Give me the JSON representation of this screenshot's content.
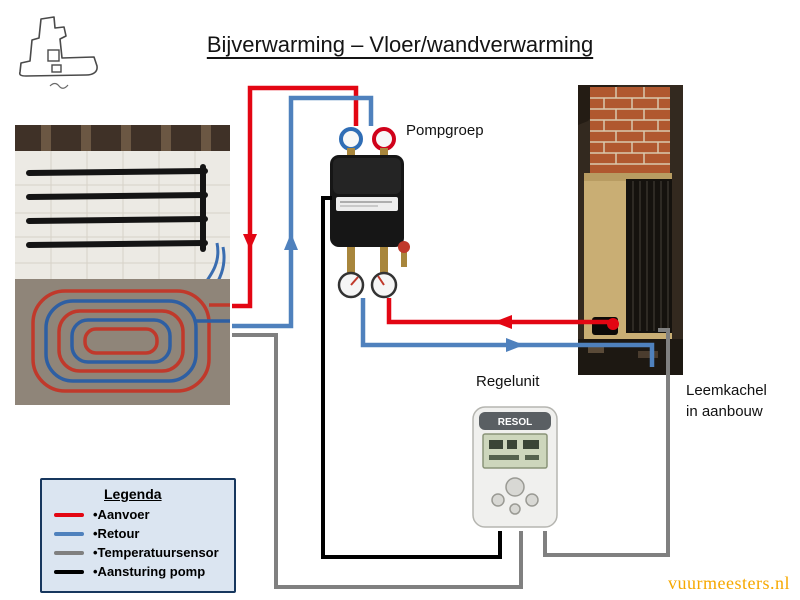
{
  "title": "Bijverwarming – Vloer/wandverwarming",
  "labels": {
    "pompgroep": "Pompgroep",
    "regelunit": "Regelunit",
    "leemkachel_line1": "Leemkachel",
    "leemkachel_line2": "in aanbouw"
  },
  "legend": {
    "title": "Legenda",
    "items": [
      {
        "name": "aanvoer",
        "label": "•Aanvoer",
        "color": "#e30613"
      },
      {
        "name": "retour",
        "label": "•Retour",
        "color": "#4f81bd"
      },
      {
        "name": "temperatuursensor",
        "label": "•Temperatuursensor",
        "color": "#808080"
      },
      {
        "name": "aansturing-pomp",
        "label": "•Aansturing pomp",
        "color": "#000000"
      }
    ]
  },
  "controller": {
    "brand": "RESOL"
  },
  "watermark": "vuurmeesters.nl",
  "colors": {
    "aanvoer": "#e30613",
    "retour": "#4f81bd",
    "sensor": "#808080",
    "pomp_control": "#000000",
    "watermark": "#f6a800",
    "legend_bg": "#dbe5f1",
    "legend_border": "#17375e"
  }
}
